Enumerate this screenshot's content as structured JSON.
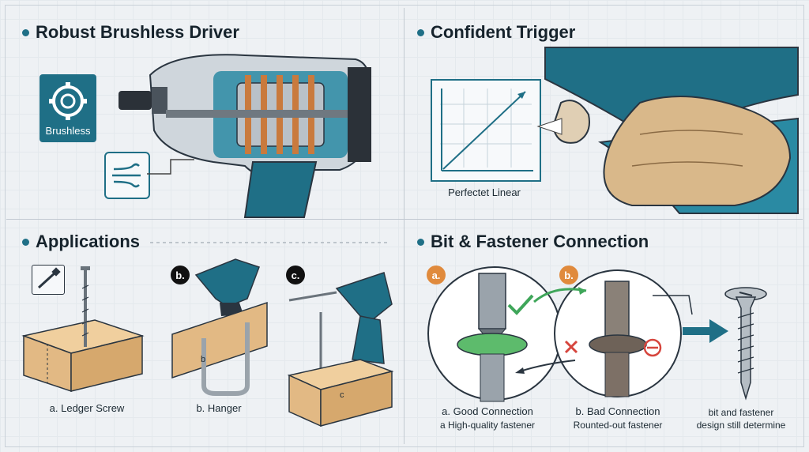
{
  "colors": {
    "teal": "#1f6f86",
    "teal_light": "#2a8aa3",
    "orange": "#e08a3c",
    "wood": "#e2b984",
    "green": "#3fa65a",
    "red": "#d6453d"
  },
  "panels": {
    "brushless": {
      "title": "Robust Brushless Driver",
      "badge_label": "Brushless",
      "icons": [
        "brushless-motor-icon",
        "airflow-icon"
      ]
    },
    "trigger": {
      "title": "Confident Trigger",
      "graph_caption": "Perfectet Linear"
    },
    "applications": {
      "title": "Applications",
      "items": [
        {
          "marker": "",
          "label": "a. Ledger Screw"
        },
        {
          "marker": "b.",
          "label": "b. Hanger",
          "wood_mark": "b"
        },
        {
          "marker": "c.",
          "label": "",
          "wood_mark": "c"
        }
      ]
    },
    "connection": {
      "title": "Bit & Fastener Connection",
      "good": {
        "marker": "a.",
        "label": "a. Good Connection",
        "sub": "a High-quality fastener"
      },
      "bad": {
        "marker": "b.",
        "label": "b. Bad Connection",
        "sub": "Rounted-out fastener"
      },
      "note_line1": "bit and fastener",
      "note_line2": "design still determine"
    }
  }
}
